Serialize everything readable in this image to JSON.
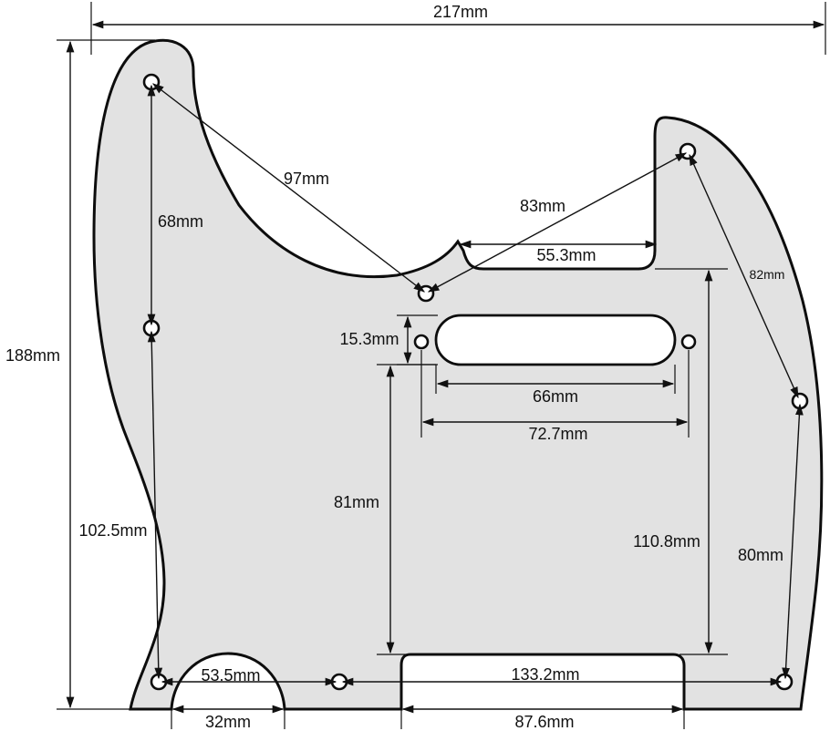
{
  "colors": {
    "plate_fill": "#e2e2e2",
    "outline": "#0d0d0d",
    "background": "#ffffff"
  },
  "dimensions": {
    "overall_width": "217mm",
    "overall_height": "188mm",
    "hole_diag_left": "97mm",
    "hole_left_vertical_top": "68mm",
    "hole_left_vertical_bottom": "102.5mm",
    "hole_diag_right": "83mm",
    "neck_pocket_step": "55.3mm",
    "hole_right_diag_small": "82mm",
    "pickup_slot_height": "15.3mm",
    "pickup_slot_length": "66mm",
    "pickup_hole_spacing": "72.7mm",
    "pickup_to_bottom_cut": "81mm",
    "step_to_bottom_cut": "110.8mm",
    "hole_right_vertical": "80mm",
    "bottom_arc_to_hole": "53.5mm",
    "bottom_arc_width": "32mm",
    "bottom_holes_span": "133.2mm",
    "bottom_cut_width": "87.6mm"
  }
}
